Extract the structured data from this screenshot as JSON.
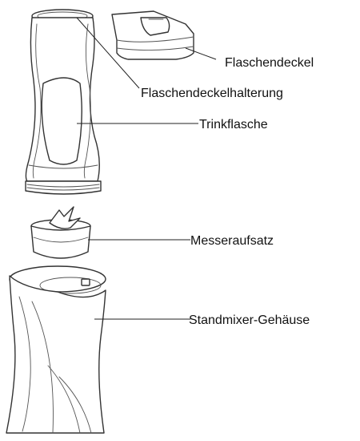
{
  "labels": {
    "bottle_lid": "Flaschendeckel",
    "lid_holder": "Flaschendeckelhalterung",
    "drinking_bottle": "Trinkflasche",
    "blade_attachment": "Messeraufsatz",
    "mixer_housing": "Standmixer-Gehäuse"
  },
  "colors": {
    "line": "#333333",
    "text": "#111111",
    "background": "#ffffff"
  }
}
